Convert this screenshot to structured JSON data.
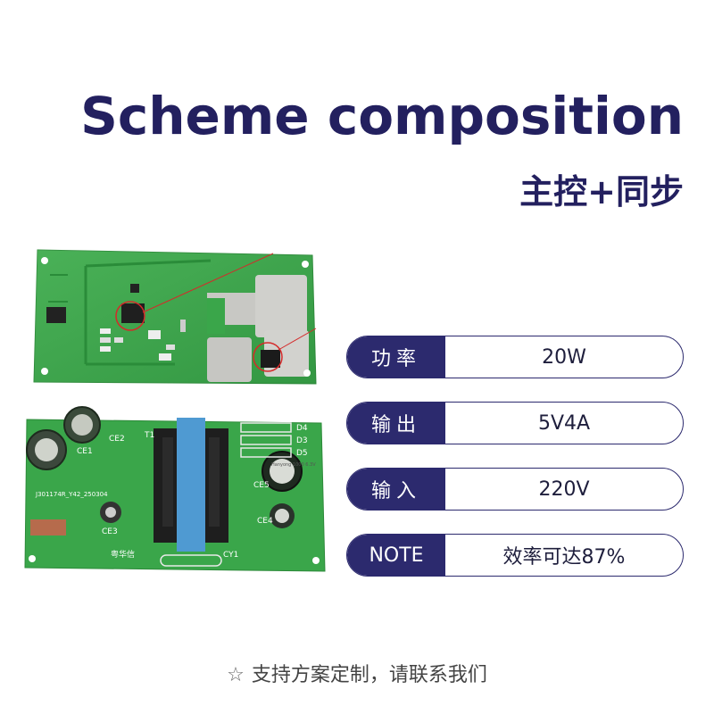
{
  "header": {
    "title": "Scheme composition",
    "subtitle": "主控+同步"
  },
  "specs": [
    {
      "label": "功率",
      "value": "20W"
    },
    {
      "label": "输出",
      "value": "5V4A"
    },
    {
      "label": "输入",
      "value": "220V"
    },
    {
      "label": "NOTE",
      "value": "效率可达87%"
    }
  ],
  "pcb_labels": {
    "ce2": "CE2",
    "ce1": "CE1",
    "t1": "T1",
    "d4": "D4",
    "d3": "D3",
    "d5": "D5",
    "ce5": "CE5",
    "ce4": "CE4",
    "ce3": "CE3",
    "cy1": "CY1",
    "brand": "粤华信",
    "code": "J301174R_Y42_250304",
    "cap_text": "Hanyong\n1000\n6.3V"
  },
  "footer": {
    "star_icon": "☆",
    "text": "支持方案定制，请联系我们"
  },
  "colors": {
    "brand": "#23205f",
    "pcb_green": "#3aa64a",
    "label_bg": "#2c2a6e"
  }
}
